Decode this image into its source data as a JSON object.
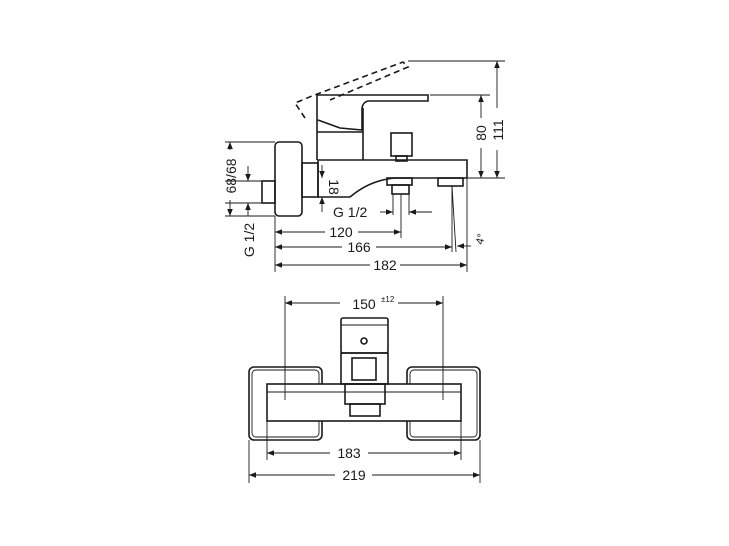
{
  "side_view": {
    "dims": {
      "height_total": "111",
      "height_lever": "80",
      "flange": "68/68",
      "spout_height": "18",
      "thread_left": "G 1/2",
      "thread_bottom": "G 1/2",
      "len_120": "120",
      "len_166": "166",
      "len_182": "182",
      "angle": "4°"
    }
  },
  "top_view": {
    "dims": {
      "centers": "150",
      "centers_tolerance": "±12",
      "body_width": "183",
      "total_width": "219"
    }
  }
}
